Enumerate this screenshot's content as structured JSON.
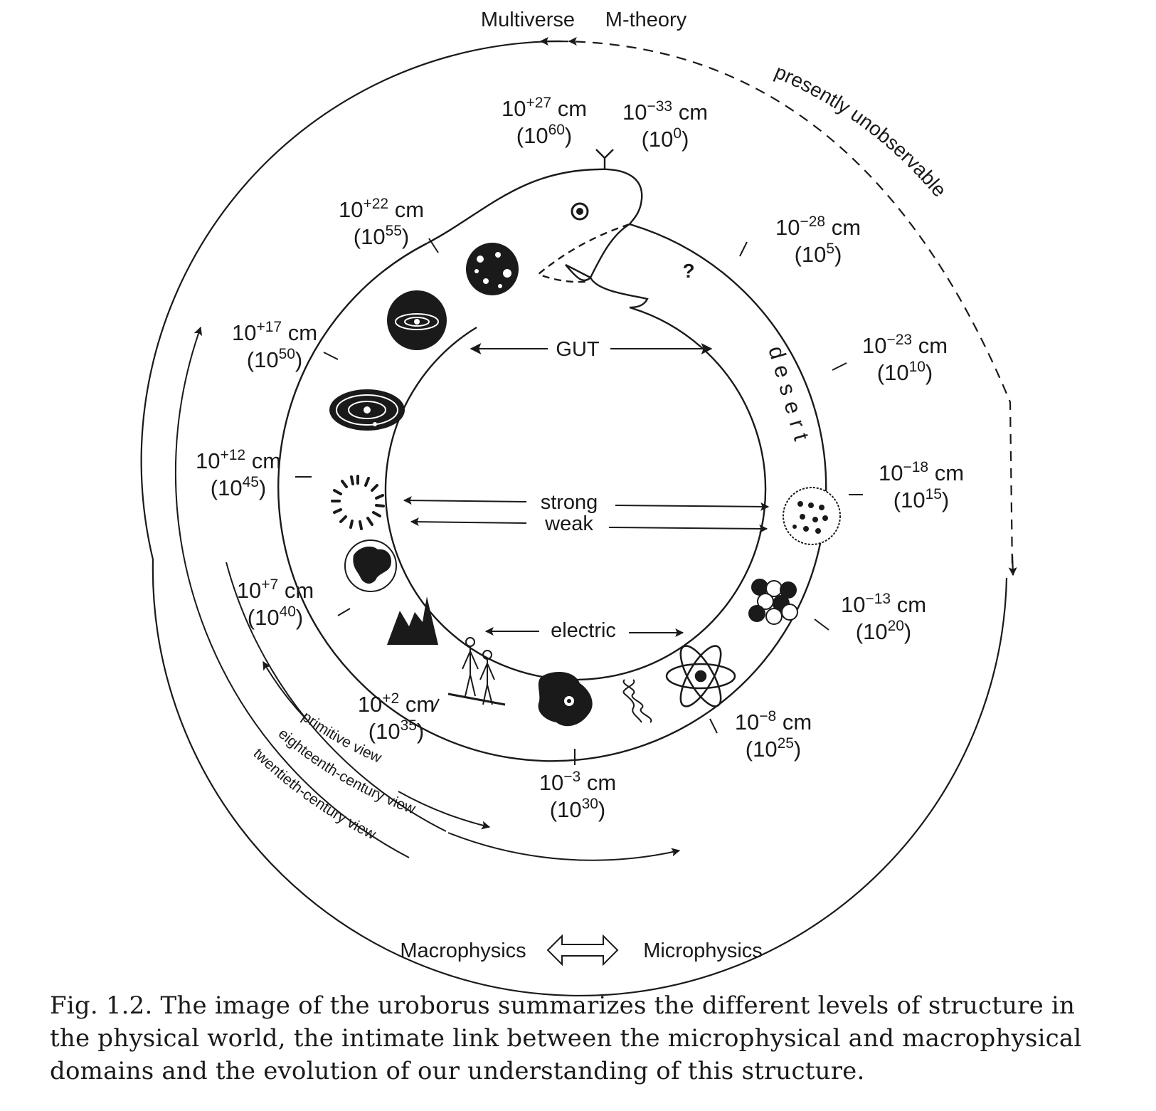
{
  "top": {
    "left": "Multiverse",
    "right": "M-theory"
  },
  "unobservable": "presently unobservable",
  "scales": [
    {
      "id": "p27",
      "base": "10",
      "exp": "+27",
      "unit": " cm",
      "cbase": "(10",
      "cexp": "60",
      "cclose": ")"
    },
    {
      "id": "m33",
      "base": "10",
      "exp": "−33",
      "unit": " cm",
      "cbase": "(10",
      "cexp": "0",
      "cclose": ")"
    },
    {
      "id": "p22",
      "base": "10",
      "exp": "+22",
      "unit": " cm",
      "cbase": "(10",
      "cexp": "55",
      "cclose": ")"
    },
    {
      "id": "m28",
      "base": "10",
      "exp": "−28",
      "unit": " cm",
      "cbase": "(10",
      "cexp": "5",
      "cclose": ")"
    },
    {
      "id": "p17",
      "base": "10",
      "exp": "+17",
      "unit": " cm",
      "cbase": "(10",
      "cexp": "50",
      "cclose": ")"
    },
    {
      "id": "m23",
      "base": "10",
      "exp": "−23",
      "unit": " cm",
      "cbase": "(10",
      "cexp": "10",
      "cclose": ")"
    },
    {
      "id": "p12",
      "base": "10",
      "exp": "+12",
      "unit": " cm",
      "cbase": "(10",
      "cexp": "45",
      "cclose": ")"
    },
    {
      "id": "m18",
      "base": "10",
      "exp": "−18",
      "unit": " cm",
      "cbase": "(10",
      "cexp": "15",
      "cclose": ")"
    },
    {
      "id": "p7",
      "base": "10",
      "exp": "+7",
      "unit": " cm",
      "cbase": "(10",
      "cexp": "40",
      "cclose": ")"
    },
    {
      "id": "m13",
      "base": "10",
      "exp": "−13",
      "unit": " cm",
      "cbase": "(10",
      "cexp": "20",
      "cclose": ")"
    },
    {
      "id": "p2",
      "base": "10",
      "exp": "+2",
      "unit": " cm",
      "cbase": "(10",
      "cexp": "35",
      "cclose": ")"
    },
    {
      "id": "m8",
      "base": "10",
      "exp": "−8",
      "unit": " cm",
      "cbase": "(10",
      "cexp": "25",
      "cclose": ")"
    },
    {
      "id": "m3",
      "base": "10",
      "exp": "−3",
      "unit": " cm",
      "cbase": "(10",
      "cexp": "30",
      "cclose": ")"
    }
  ],
  "forces": {
    "gut": "GUT",
    "strong": "strong",
    "weak": "weak",
    "electric": "electric"
  },
  "desert": "desert",
  "question": "?",
  "views": {
    "primitive": "primitive view",
    "eighteenth": "eighteenth-century view",
    "twentieth": "twentieth-century view"
  },
  "bottom": {
    "left": "Macrophysics",
    "right": "Microphysics"
  },
  "caption": "Fig. 1.2. The image of the uroborus summarizes the different levels of structure in the physical world, the intimate link between the microphysical and macrophysical domains and the evolution of our understanding of this structure.",
  "icons": [
    "eye-icon",
    "universe-icon",
    "galaxy-icon",
    "solar-system-icon",
    "star-cluster-icon",
    "earth-icon",
    "mountain-icon",
    "humans-icon",
    "cell-icon",
    "dna-icon",
    "atom-icon",
    "nucleus-icon",
    "nucleon-icon"
  ],
  "colors": {
    "ink": "#1a1a1a",
    "background": "#ffffff"
  }
}
